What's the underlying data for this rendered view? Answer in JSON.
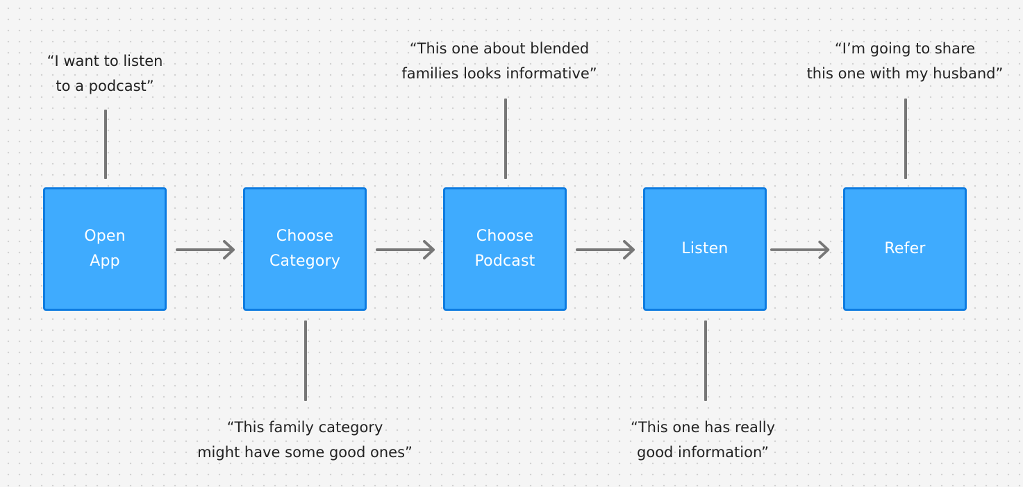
{
  "colors": {
    "step_fill": "#3fabfe",
    "step_border": "#0d7be0",
    "step_text": "#ffffff",
    "connector": "#777777",
    "quote_text": "#222222",
    "background": "#f5f5f5"
  },
  "steps": [
    {
      "label": "Open\nApp"
    },
    {
      "label": "Choose\nCategory"
    },
    {
      "label": "Choose\nPodcast"
    },
    {
      "label": "Listen"
    },
    {
      "label": "Refer"
    }
  ],
  "quotes": [
    {
      "text": "“I want to listen\nto a podcast”"
    },
    {
      "text": "“This family category\nmight have some good ones”"
    },
    {
      "text": "“This one about blended\nfamilies looks informative”"
    },
    {
      "text": "“This one has really\ngood information”"
    },
    {
      "text": "“I’m going to share\nthis one with my husband”"
    }
  ],
  "arrows": [
    {
      "icon": "arrow-right-icon"
    },
    {
      "icon": "arrow-right-icon"
    },
    {
      "icon": "arrow-right-icon"
    },
    {
      "icon": "arrow-right-icon"
    }
  ]
}
